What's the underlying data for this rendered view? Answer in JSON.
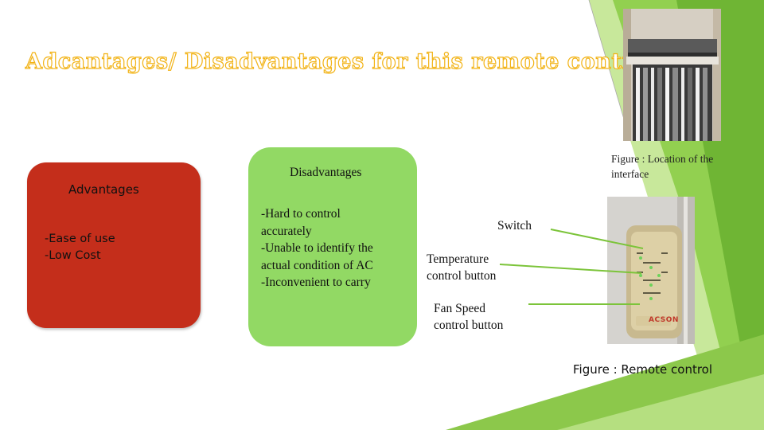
{
  "slide": {
    "title": "Adcantages/ Disadvantages for this remote control"
  },
  "advantages": {
    "heading": "Advantages",
    "items": [
      "-Ease of use",
      "-Low Cost"
    ]
  },
  "disadvantages": {
    "heading": "Disadvantages",
    "lines": [
      "-Hard to control",
      "accurately",
      "-Unable  to identify the",
      "actual condition of AC",
      "-Inconvenient to carry"
    ]
  },
  "figures": {
    "location_caption": "Figure : Location of the interface",
    "remote_caption": "Figure : Remote control",
    "remote_brand": "ACSON"
  },
  "callouts": {
    "switch": "Switch",
    "temperature_lines": [
      "Temperature",
      "control button"
    ],
    "fan_lines": [
      "Fan Speed",
      "control button"
    ]
  },
  "colors": {
    "advantages_box": "#c42e1b",
    "disadvantages_box": "#92d964",
    "title_outline": "#f2b316",
    "accent_green": "#7cc43a",
    "callout_line": "#7cc43a"
  }
}
